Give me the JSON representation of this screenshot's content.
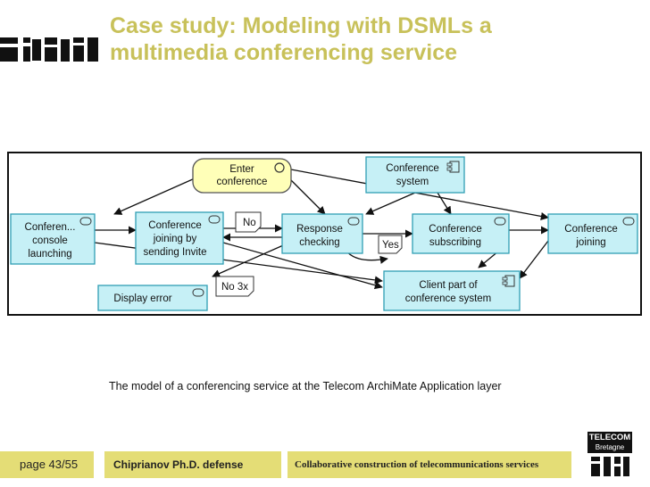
{
  "slide": {
    "title_line1": "Case study: Modeling with DSMLs a",
    "title_line2": "multimedia conferencing service",
    "caption": "The model of a conferencing service at the Telecom ArchiMate Application layer"
  },
  "diagram": {
    "start": {
      "line1": "Enter",
      "line2": "conference"
    },
    "nodes": [
      {
        "id": "console",
        "lines": [
          "Conferen...",
          "console",
          "launching"
        ]
      },
      {
        "id": "joining_invite",
        "lines": [
          "Conference",
          "joining by",
          "sending Invite"
        ]
      },
      {
        "id": "response",
        "lines": [
          "Response",
          "checking"
        ]
      },
      {
        "id": "subscribing",
        "lines": [
          "Conference",
          "subscribing"
        ]
      },
      {
        "id": "joining",
        "lines": [
          "Conference",
          "joining"
        ]
      },
      {
        "id": "display_error",
        "lines": [
          "Display error"
        ]
      },
      {
        "id": "conf_system",
        "lines": [
          "Conference",
          "system"
        ]
      },
      {
        "id": "client_part",
        "lines": [
          "Client part of",
          "conference system"
        ]
      }
    ],
    "notes": {
      "no": "No",
      "yes": "Yes",
      "no3x": "No 3x"
    }
  },
  "footer": {
    "page": "page 43/55",
    "author": "Chiprianov Ph.D. defense",
    "topic": "Collaborative construction of telecommunications services"
  },
  "logo": {
    "line1": "TELECOM",
    "line2": "Bretagne"
  },
  "colors": {
    "title": "#c8c15a",
    "footer": "#e4dd76",
    "node_fill": "#c6f0f6",
    "node_border": "#2f9fb4",
    "start_fill": "#ffffb8"
  }
}
